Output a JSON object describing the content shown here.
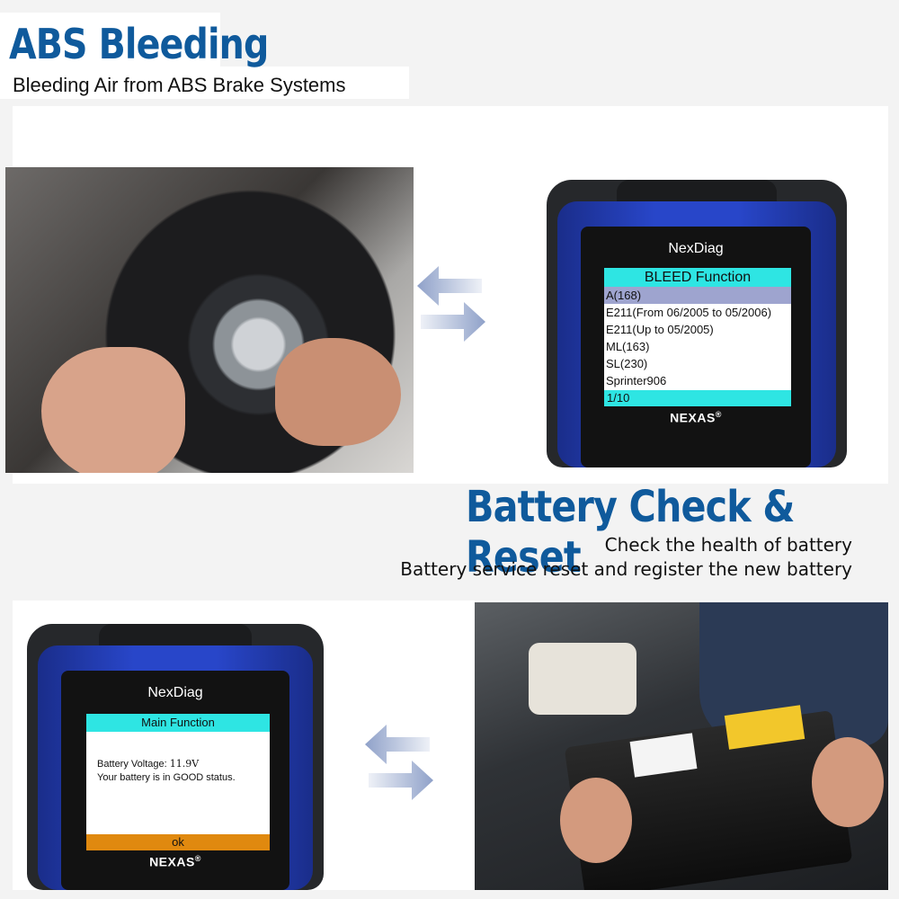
{
  "section_abs": {
    "title": "ABS Bleeding",
    "subtitle": "Bleeding Air from ABS Brake Systems"
  },
  "device_abs": {
    "brand_top": "NexDiag",
    "brand_bottom": "NEXAS",
    "trademark": "®",
    "screen_title": "BLEED Function",
    "items": [
      "A(168)",
      "E211(From 06/2005 to 05/2006)",
      "E211(Up to 05/2005)",
      "ML(163)",
      "SL(230)",
      "Sprinter906"
    ],
    "selected_index": 0,
    "page_indicator": "1/10"
  },
  "section_battery": {
    "title": "Battery Check & Reset",
    "line1": "Check the health of battery",
    "line2": "Battery service reset and register the new battery"
  },
  "device_battery": {
    "brand_top": "NexDiag",
    "brand_bottom": "NEXAS",
    "trademark": "®",
    "screen_title": "Main Function",
    "voltage_label": "Battery Voltage:",
    "voltage_value": "11.9V",
    "status_text": "Your battery is in GOOD status.",
    "ok_label": "ok"
  },
  "colors": {
    "title_blue": "#0f5a9c",
    "screen_header_cyan": "#2ee5e3",
    "selected_row": "#9ea4cf",
    "ok_bar_orange": "#e0890f",
    "device_blue": "#2846c9"
  },
  "icons": [
    "swap-arrows-icon",
    "swap-arrows-icon"
  ]
}
